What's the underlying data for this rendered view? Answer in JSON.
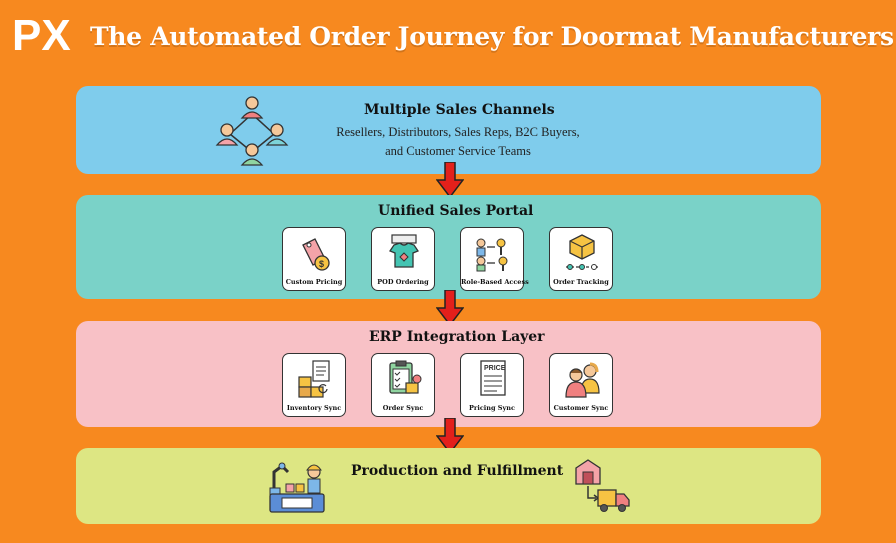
{
  "header": {
    "logo_text": "PX",
    "title": "The Automated Order Journey for Doormat Manufacturers"
  },
  "colors": {
    "background": "#F7891F",
    "sales_channels": "#7FCCEC",
    "sales_portal": "#7AD2C8",
    "erp_layer": "#F8C1C6",
    "production": "#DDE683",
    "arrow": "#E3201B"
  },
  "stages": {
    "sales_channels": {
      "title": "Multiple Sales Channels",
      "subtitle_line1": "Resellers, Distributors, Sales Reps, B2C Buyers,",
      "subtitle_line2": "and Customer Service Teams",
      "icon": "people-network-icon"
    },
    "sales_portal": {
      "title": "Unified Sales Portal",
      "cards": [
        {
          "label": "Custom Pricing",
          "icon": "price-tag-icon"
        },
        {
          "label": "POD Ordering",
          "icon": "shirt-print-icon"
        },
        {
          "label": "Role-Based Access",
          "icon": "access-keys-icon"
        },
        {
          "label": "Order Tracking",
          "icon": "package-tracking-icon"
        }
      ]
    },
    "erp_layer": {
      "title": "ERP Integration Layer",
      "cards": [
        {
          "label": "Inventory Sync",
          "icon": "inventory-icon"
        },
        {
          "label": "Order Sync",
          "icon": "order-clipboard-icon"
        },
        {
          "label": "Pricing Sync",
          "icon": "price-list-icon"
        },
        {
          "label": "Customer Sync",
          "icon": "customers-icon"
        }
      ]
    },
    "production": {
      "title": "Production and  Fulfillment",
      "icons": [
        "factory-robot-icon",
        "warehouse-truck-icon"
      ]
    }
  }
}
